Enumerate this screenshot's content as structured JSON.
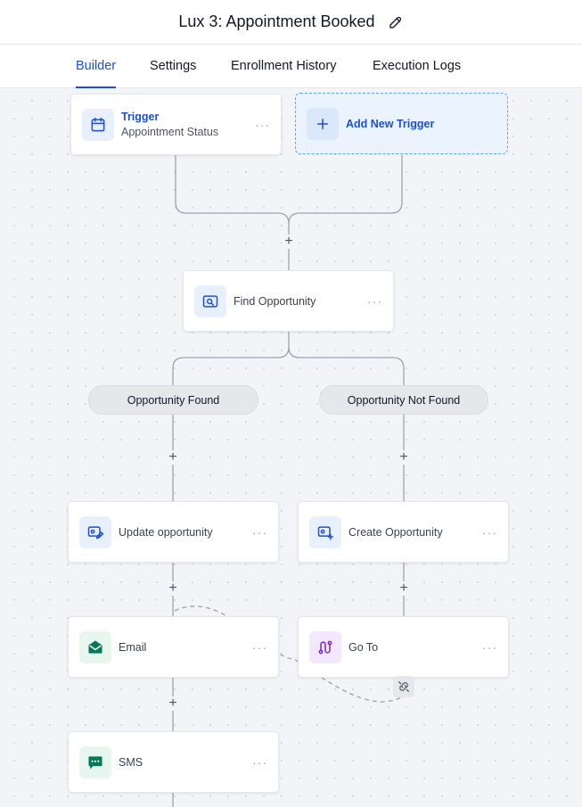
{
  "header": {
    "title": "Lux 3: Appointment Booked",
    "edit_icon": "pencil-icon"
  },
  "tabs": [
    {
      "label": "Builder",
      "active": true
    },
    {
      "label": "Settings",
      "active": false
    },
    {
      "label": "Enrollment History",
      "active": false
    },
    {
      "label": "Execution Logs",
      "active": false
    }
  ],
  "workflow": {
    "trigger": {
      "title": "Trigger",
      "subtitle": "Appointment Status",
      "icon": "calendar-icon"
    },
    "add_trigger": {
      "label": "Add New Trigger",
      "icon": "plus-icon"
    },
    "find_opportunity": {
      "label": "Find Opportunity",
      "icon": "search-card-icon"
    },
    "branches": {
      "left": "Opportunity Found",
      "right": "Opportunity Not Found"
    },
    "update_opportunity": {
      "label": "Update opportunity",
      "icon": "edit-card-icon"
    },
    "create_opportunity": {
      "label": "Create Opportunity",
      "icon": "add-card-icon"
    },
    "email": {
      "label": "Email",
      "icon": "envelope-icon"
    },
    "goto": {
      "label": "Go To",
      "icon": "route-icon"
    },
    "sms": {
      "label": "SMS",
      "icon": "chat-icon"
    },
    "more_symbol": "···",
    "plus_symbol": "+"
  },
  "colors": {
    "accent": "#1d4ed8",
    "canvas": "#f2f4f7",
    "email_green": "#047857",
    "goto_purple": "#7e22ce"
  }
}
